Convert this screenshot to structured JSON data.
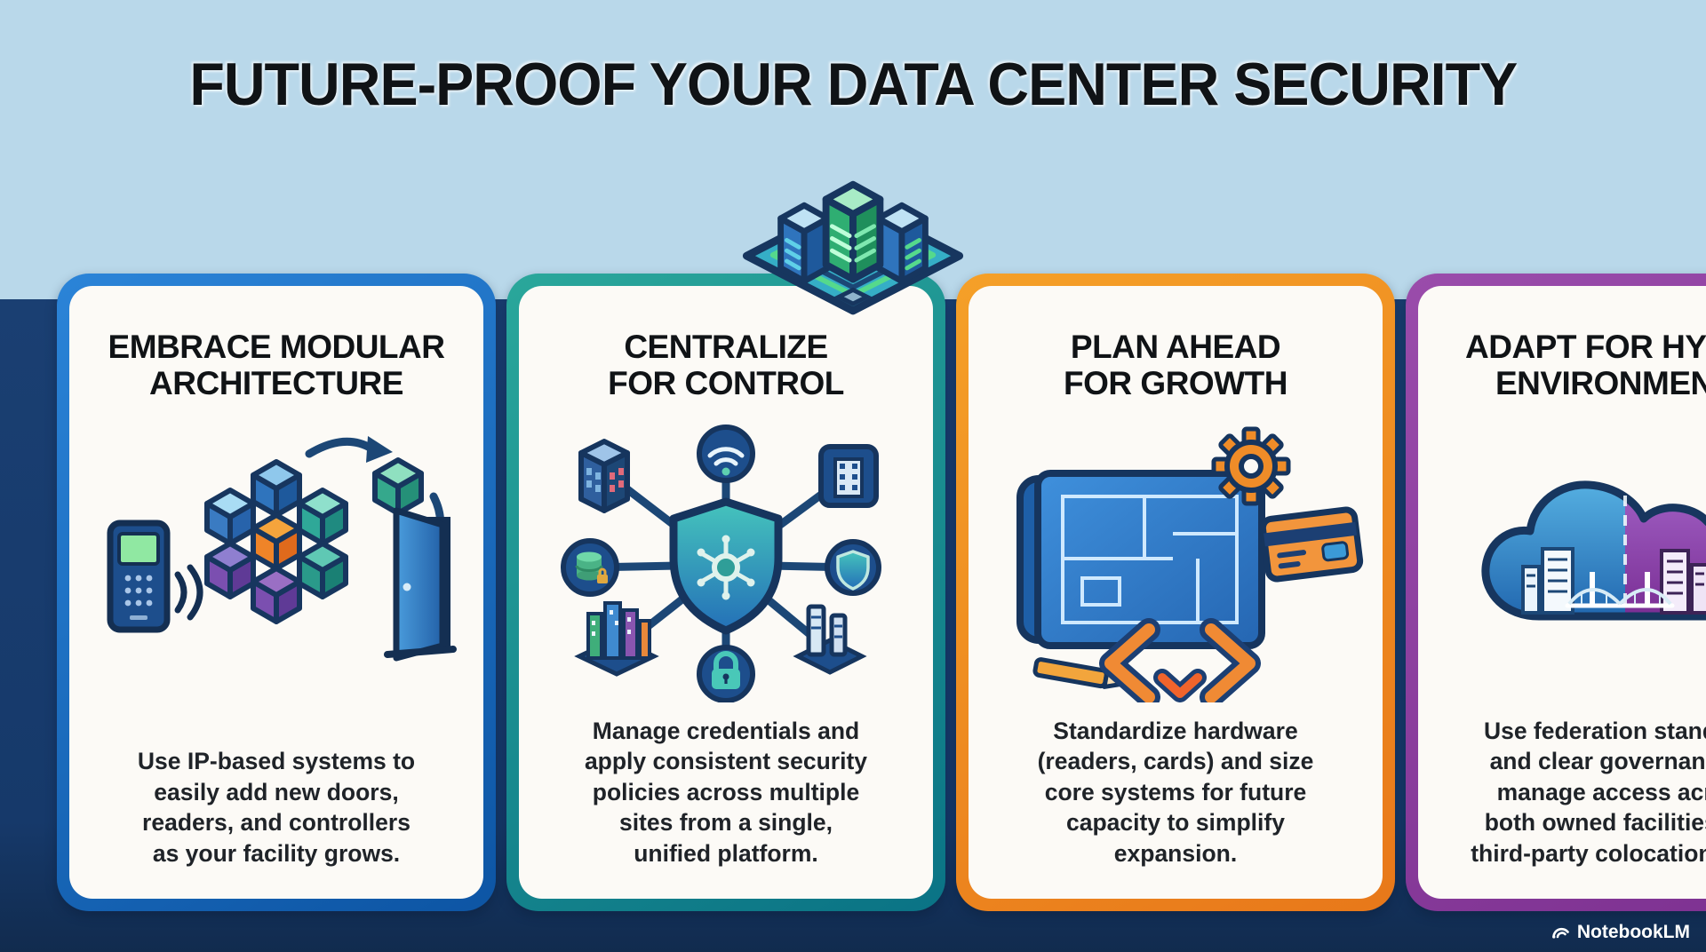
{
  "title": "FUTURE-PROOF YOUR DATA CENTER SECURITY",
  "hero_icon": "datacenter-isometric-icon",
  "watermark": {
    "label": "NotebookLM",
    "icon": "notebooklm-logo-icon"
  },
  "colors": {
    "background_top": "#b9d8ea",
    "background_bottom": "#16396a",
    "card_background": "#fcfaf6",
    "title_text": "#101316",
    "body_text": "#1f2328",
    "card_accents": [
      "#1668c0",
      "#17948e",
      "#f08a22",
      "#8d3f9d"
    ]
  },
  "cards": [
    {
      "id": "modular",
      "title": "EMBRACE MODULAR\nARCHITECTURE",
      "body": "Use IP-based systems to\neasily add new doors,\nreaders, and controllers\nas your facility grows.",
      "accent": "#1668c0",
      "icon": "modular-cubes-icon"
    },
    {
      "id": "centralize",
      "title": "CENTRALIZE\nFOR CONTROL",
      "body": "Manage credentials and\napply consistent security\npolicies across multiple\nsites from a single,\nunified platform.",
      "accent": "#17948e",
      "icon": "hub-shield-icon"
    },
    {
      "id": "plan",
      "title": "PLAN AHEAD\nFOR GROWTH",
      "body": "Standardize hardware\n(readers, cards) and size\ncore systems for future\ncapacity to simplify\nexpansion.",
      "accent": "#f08a22",
      "icon": "blueprint-gear-icon"
    },
    {
      "id": "hybrid",
      "title": "ADAPT FOR HYBRID\nENVIRONMENTS",
      "body": "Use federation standards\nand clear governance to\nmanage access across\nboth owned facilities and\nthird-party colocation sites.",
      "accent": "#8d3f9d",
      "icon": "hybrid-cloud-icon"
    }
  ]
}
